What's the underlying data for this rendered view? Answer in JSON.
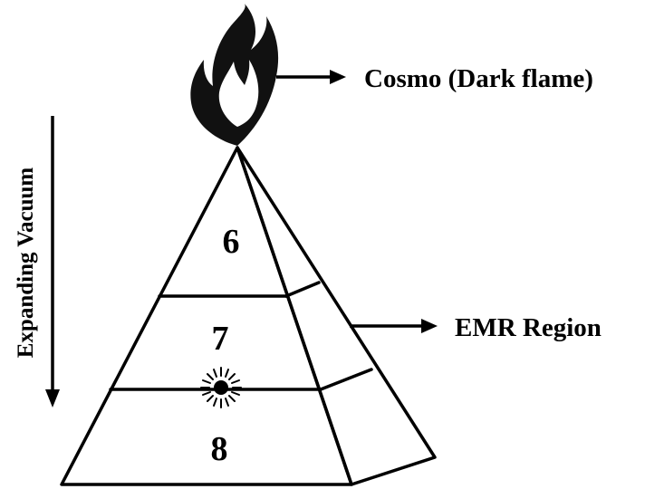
{
  "diagram": {
    "labels": {
      "flame": "Cosmo (Dark flame)",
      "emr": "EMR Region",
      "vacuum": "Expanding Vacuum"
    },
    "layers": [
      {
        "number": "6"
      },
      {
        "number": "7"
      },
      {
        "number": "8"
      }
    ]
  },
  "colors": {
    "ink": "#000000",
    "background": "#ffffff"
  }
}
